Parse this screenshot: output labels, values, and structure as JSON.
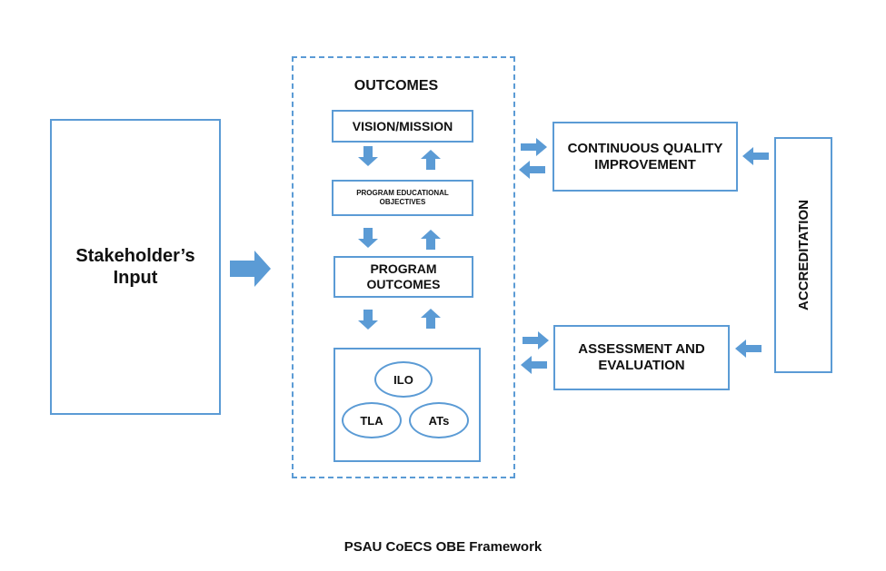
{
  "stakeholder": {
    "label": "Stakeholder’s Input"
  },
  "outcomes": {
    "title": "OUTCOMES",
    "vision": "VISION/MISSION",
    "peo": "PROGRAM EDUCATIONAL OBJECTIVES",
    "po": "PROGRAM OUTCOMES",
    "ilo": "ILO",
    "tla": "TLA",
    "ats": "ATs"
  },
  "cqi": {
    "label": "CONTINUOUS QUALITY IMPROVEMENT"
  },
  "assessment": {
    "label": "ASSESSMENT AND EVALUATION"
  },
  "accreditation": {
    "label": "ACCREDITATION"
  },
  "caption": "PSAU CoECS OBE Framework",
  "colors": {
    "accent": "#5b9bd5"
  }
}
